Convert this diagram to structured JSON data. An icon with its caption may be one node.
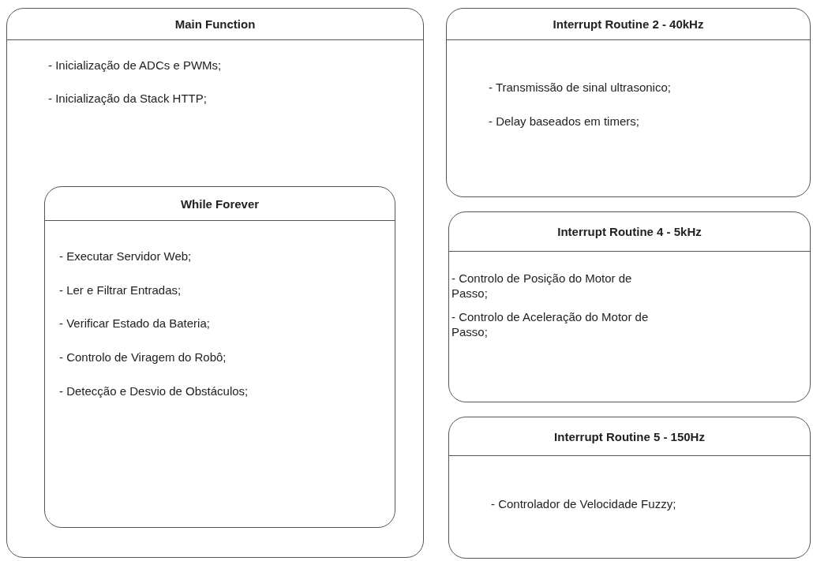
{
  "diagram": {
    "nodes": [
      {
        "text": [
          "Main Function",
          "- Inicialização de ADCs e PWMs;",
          "- Inicialização da Stack HTTP;"
        ]
      },
      {
        "text": [
          "While Forever",
          "- Executar Servidor Web;",
          "- Ler e Filtrar Entradas;",
          "- Verificar Estado da Bateria;",
          "- Controlo de Viragem do Robô;",
          "- Detecção e Desvio de Obstáculos;"
        ],
        "in": 0
      },
      {
        "text": [
          "Interrupt Routine 2 - 40kHz",
          "- Transmissão de sinal ultrasonico;",
          "- Delay baseados em timers;"
        ]
      },
      {
        "text": [
          "Interrupt Routine 4 - 5kHz",
          "- Controlo de Posição do Motor de Passo;",
          "- Controlo de Aceleração do Motor de Passo;"
        ]
      },
      {
        "text": [
          "Interrupt Routine 5 - 150Hz",
          "- Controlador de Velocidade Fuzzy;"
        ]
      }
    ]
  }
}
